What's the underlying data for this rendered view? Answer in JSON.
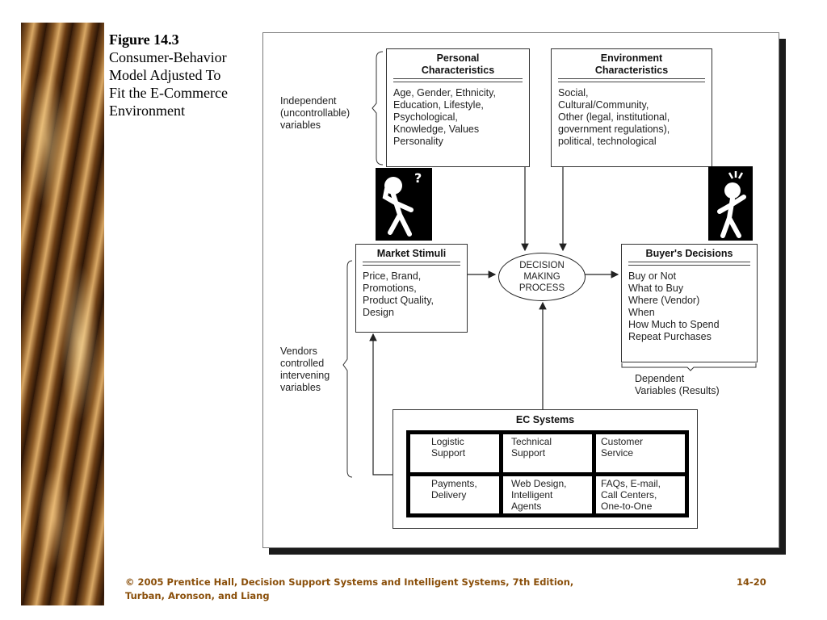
{
  "figure": {
    "number": "Figure 14.3",
    "title_lines": [
      "Consumer-Behavior",
      "Model Adjusted To",
      "Fit the E-Commerce",
      "Environment"
    ]
  },
  "diagram": {
    "independent_label": [
      "Independent",
      "(uncontrollable)",
      "variables"
    ],
    "personal": {
      "title": [
        "Personal",
        "Characteristics"
      ],
      "items": [
        "Age, Gender, Ethnicity,",
        "Education, Lifestyle,",
        "Psychological,",
        "Knowledge, Values",
        "Personality"
      ]
    },
    "environment": {
      "title": [
        "Environment",
        "Characteristics"
      ],
      "items": [
        "Social,",
        "Cultural/Community,",
        "Other (legal, institutional,",
        "government regulations),",
        "political, technological"
      ]
    },
    "market": {
      "title": "Market Stimuli",
      "items": [
        "Price, Brand,",
        "Promotions,",
        "Product Quality,",
        "Design"
      ]
    },
    "decision": [
      "DECISION",
      "MAKING",
      "PROCESS"
    ],
    "buyer": {
      "title": "Buyer's Decisions",
      "items": [
        "Buy or Not",
        "What to Buy",
        "Where (Vendor)",
        "When",
        "How Much to Spend",
        "Repeat Purchases"
      ]
    },
    "dependent_label": [
      "Dependent",
      "Variables (Results)"
    ],
    "vendors_label": [
      "Vendors",
      "controlled",
      "intervening",
      "variables"
    ],
    "ec": {
      "title": "EC Systems",
      "cells": [
        [
          "Logistic",
          "Support"
        ],
        [
          "Technical",
          "Support"
        ],
        [
          "Customer",
          "Service"
        ],
        [
          "Payments,",
          "Delivery"
        ],
        [
          "Web Design,",
          "Intelligent",
          "Agents"
        ],
        [
          "FAQs, E-mail,",
          "Call Centers,",
          "One-to-One"
        ]
      ]
    }
  },
  "footer": {
    "line1": "© 2005  Prentice Hall, Decision Support Systems and Intelligent Systems, 7th Edition,",
    "line2": "Turban, Aronson, and Liang",
    "page": "14-20"
  },
  "colors": {
    "footer_text": "#8a4f0a",
    "shadow": "#1b1b1b"
  }
}
